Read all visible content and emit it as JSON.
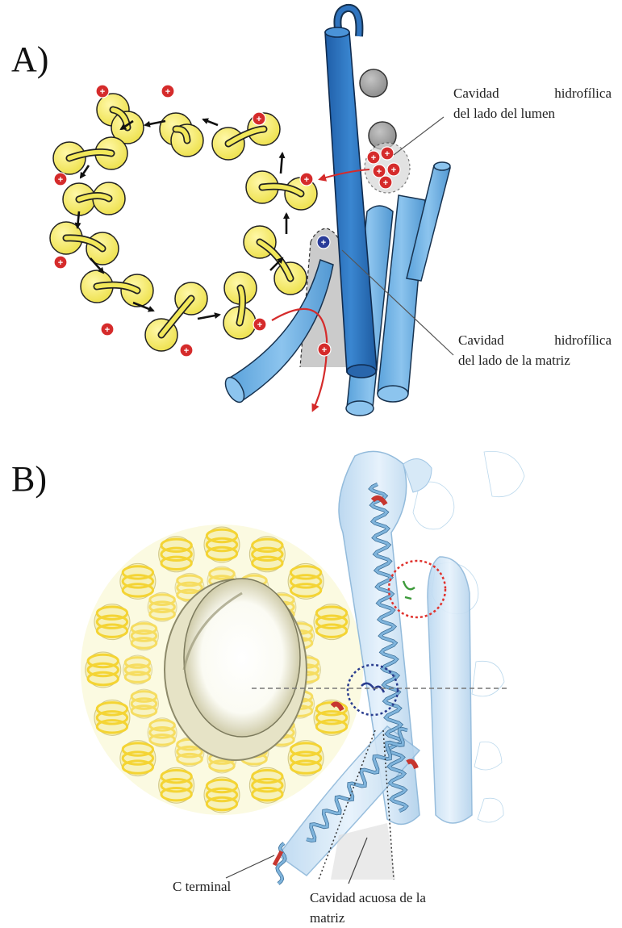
{
  "panel_a": {
    "label": "A)",
    "annotation_lumen": {
      "line1_left": "Cavidad",
      "line1_right": "hidrofílica",
      "line2": "del lado del lumen"
    },
    "annotation_matrix": {
      "line1_left": "Cavidad",
      "line1_right": "hidrofílica",
      "line2": "del lado de la matriz"
    },
    "positive_charge_symbol": "+",
    "colors": {
      "c_subunit": "#f2e85a",
      "helix_dark": "#2f74bf",
      "helix_light": "#6fb2e3",
      "charge_red": "#d52b2b",
      "charge_blue": "#2a3c98",
      "gray_sphere": "#9c9c9c",
      "arrow_black": "#111111"
    }
  },
  "panel_b": {
    "label": "B)",
    "label_c_terminal": "C terminal",
    "label_aqueous_line1": "Cavidad acuosa de la",
    "label_aqueous_line2": "matriz",
    "colors": {
      "ring_yellow": "#f4d22b",
      "density_blue": "#cfe4f6",
      "helix_blue": "#7fb4dc",
      "circle_red": "#e0332e",
      "circle_navy": "#2a3d8f"
    }
  }
}
